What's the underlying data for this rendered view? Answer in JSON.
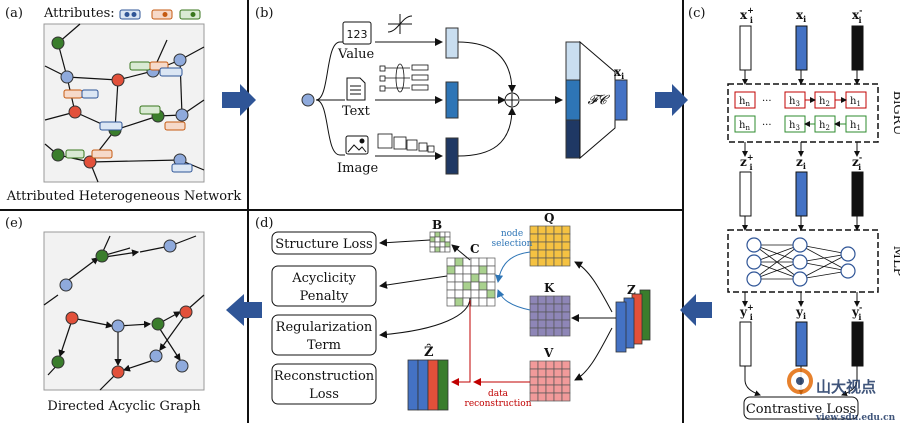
{
  "panel_labels": {
    "a": "(a)",
    "b": "(b)",
    "c": "(c)",
    "d": "(d)",
    "e": "(e)"
  },
  "panel_a": {
    "attributes_label": "Attributes:",
    "caption": "Attributed Heterogeneous Network"
  },
  "panel_b": {
    "value_label": "Value",
    "value_icon": "123",
    "text_label": "Text",
    "image_label": "Image",
    "fc_label": "𝓕𝓒",
    "output_label": "x",
    "output_sub": "i",
    "plus": "⊕"
  },
  "panel_c": {
    "x_pos": "x",
    "x_pos_sup": "+",
    "x_anchor": "x",
    "x_neg": "x",
    "x_neg_sup": "-",
    "sub_i": "i",
    "bigru_label": "BiGRU",
    "gru_top": [
      "h",
      "h",
      "h",
      "h"
    ],
    "gru_top_subs": [
      "n",
      "3",
      "2",
      "1"
    ],
    "gru_bottom": [
      "h",
      "h",
      "h",
      "h"
    ],
    "gru_bottom_subs": [
      "n",
      "3",
      "2",
      "1"
    ],
    "dots": "···",
    "z_pos": "z",
    "z_anchor": "z",
    "z_neg": "z",
    "mlp_label": "MLP",
    "y_pos": "y",
    "y_anchor": "y",
    "y_neg": "y",
    "loss_label": "Contrastive Loss"
  },
  "panel_d": {
    "structure_loss": "Structure Loss",
    "acyclicity_1": "Acyclicity",
    "acyclicity_2": "Penalty",
    "regularization_1": "Regularization",
    "regularization_2": "Term",
    "reconstruction_1": "Reconstruction",
    "reconstruction_2": "Loss",
    "B": "B",
    "C": "C",
    "Q": "Q",
    "K": "K",
    "V": "V",
    "Z": "Z",
    "Zhat": "Ẑ",
    "node_selection_1": "node",
    "node_selection_2": "selection",
    "data_recon_1": "data",
    "data_recon_2": "reconstruction"
  },
  "panel_e": {
    "caption": "Directed Acyclic Graph"
  },
  "watermark": {
    "text_cn": "山大视点",
    "text_url": "view.sdu.edu.cn"
  },
  "colors": {
    "blue": "#4472c4",
    "node_blue": "#8faadc",
    "node_green": "#3a7d2c",
    "node_red": "#e2503a",
    "arrow_blue": "#2f5597",
    "Q": "#f5c242",
    "K": "#8e86b7",
    "V": "#f29a9a",
    "C_fill": "#a9d18e",
    "red_gru": "#c00000",
    "green_gru": "#2e8b2e"
  }
}
